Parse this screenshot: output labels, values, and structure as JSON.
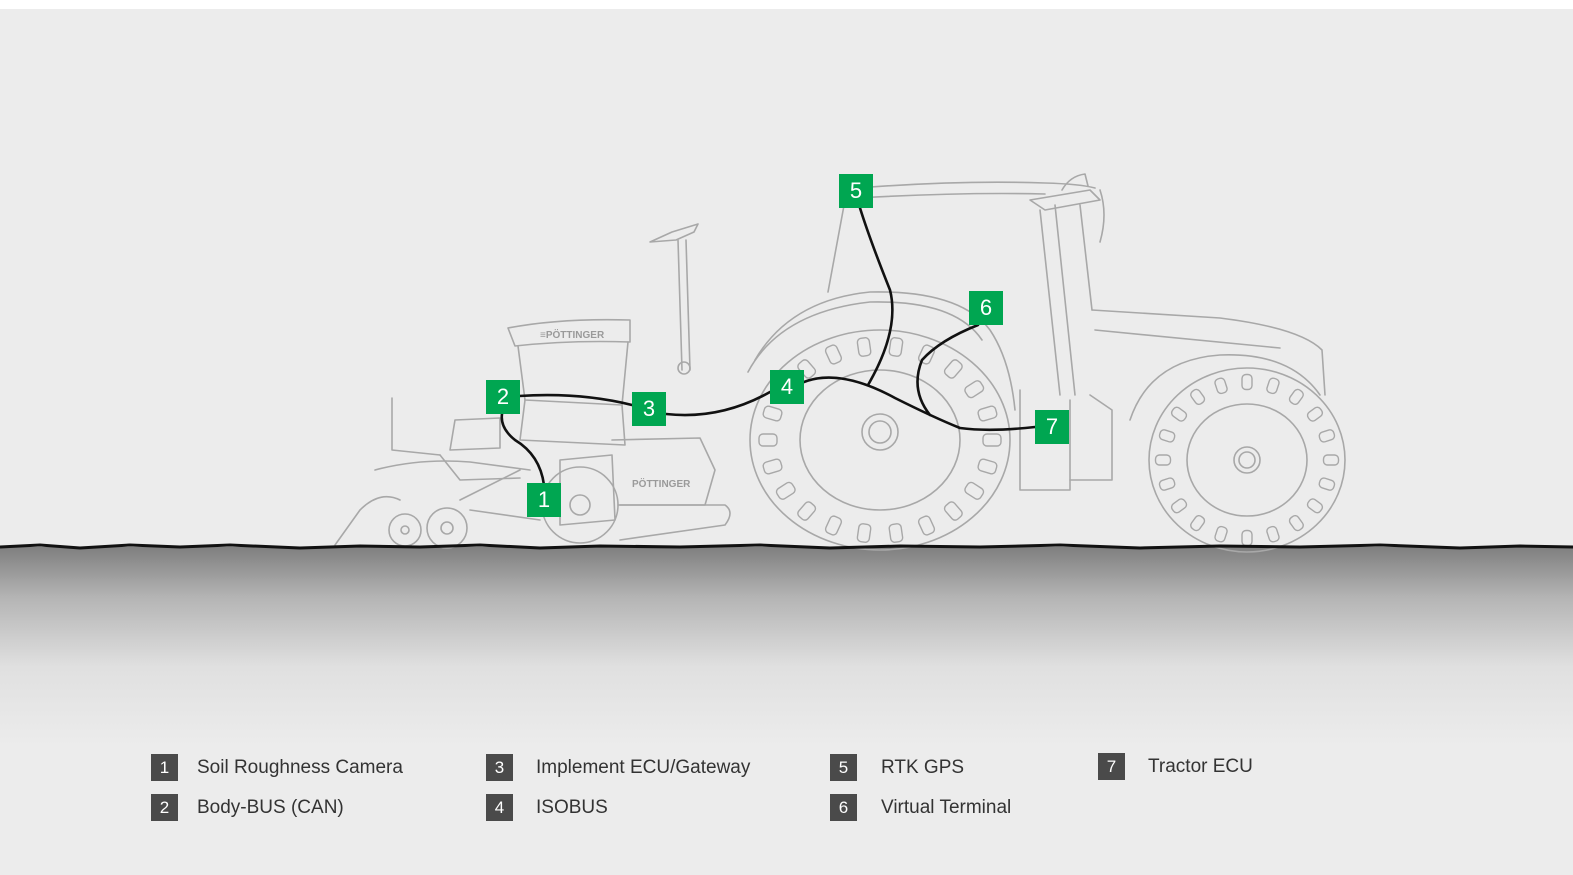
{
  "colors": {
    "accent": "#00a651",
    "badge": "#4a4a4a",
    "cable": "#111111",
    "sketch": "#a8a8a8"
  },
  "brand_text": {
    "hopper": "≡PÖTTINGER",
    "side": "PÖTTINGER"
  },
  "markers": [
    {
      "num": "1",
      "label": "Soil Roughness Camera"
    },
    {
      "num": "2",
      "label": "Body-BUS (CAN)"
    },
    {
      "num": "3",
      "label": "Implement ECU/Gateway"
    },
    {
      "num": "4",
      "label": "ISOBUS"
    },
    {
      "num": "5",
      "label": "RTK GPS"
    },
    {
      "num": "6",
      "label": "Virtual Terminal"
    },
    {
      "num": "7",
      "label": "Tractor ECU"
    }
  ]
}
